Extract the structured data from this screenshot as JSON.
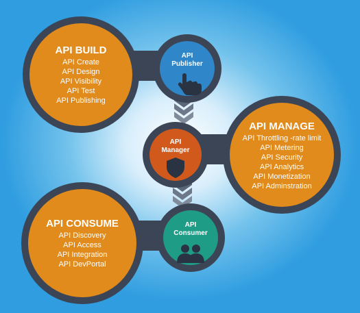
{
  "build": {
    "title": "API BUILD",
    "items": [
      "API Create",
      "API Design",
      "API Visibility",
      "API Test",
      "API Publishing"
    ]
  },
  "manage": {
    "title": "API MANAGE",
    "items": [
      "API Throttling -rate limit",
      "API Metering",
      "API Security",
      "API Analytics",
      "API Monetization",
      "API Adminstration"
    ]
  },
  "consume": {
    "title": "API CONSUME",
    "items": [
      "API Discovery",
      "API Access",
      "API Integration",
      "API DevPortal"
    ]
  },
  "publisher": {
    "line1": "API",
    "line2": "Publisher",
    "color": "#2f86c8"
  },
  "manager": {
    "line1": "API",
    "line2": "Manager",
    "color": "#d2591c"
  },
  "consumer": {
    "line1": "API",
    "line2": "Consumer",
    "color": "#1f9c86"
  },
  "icons": {
    "publisher": "hand-pointer-icon",
    "manager": "shield-icon",
    "consumer": "users-icon"
  },
  "colors": {
    "orange": "#e08b1c",
    "ring": "#3b4556",
    "background": "#2f9de0"
  }
}
